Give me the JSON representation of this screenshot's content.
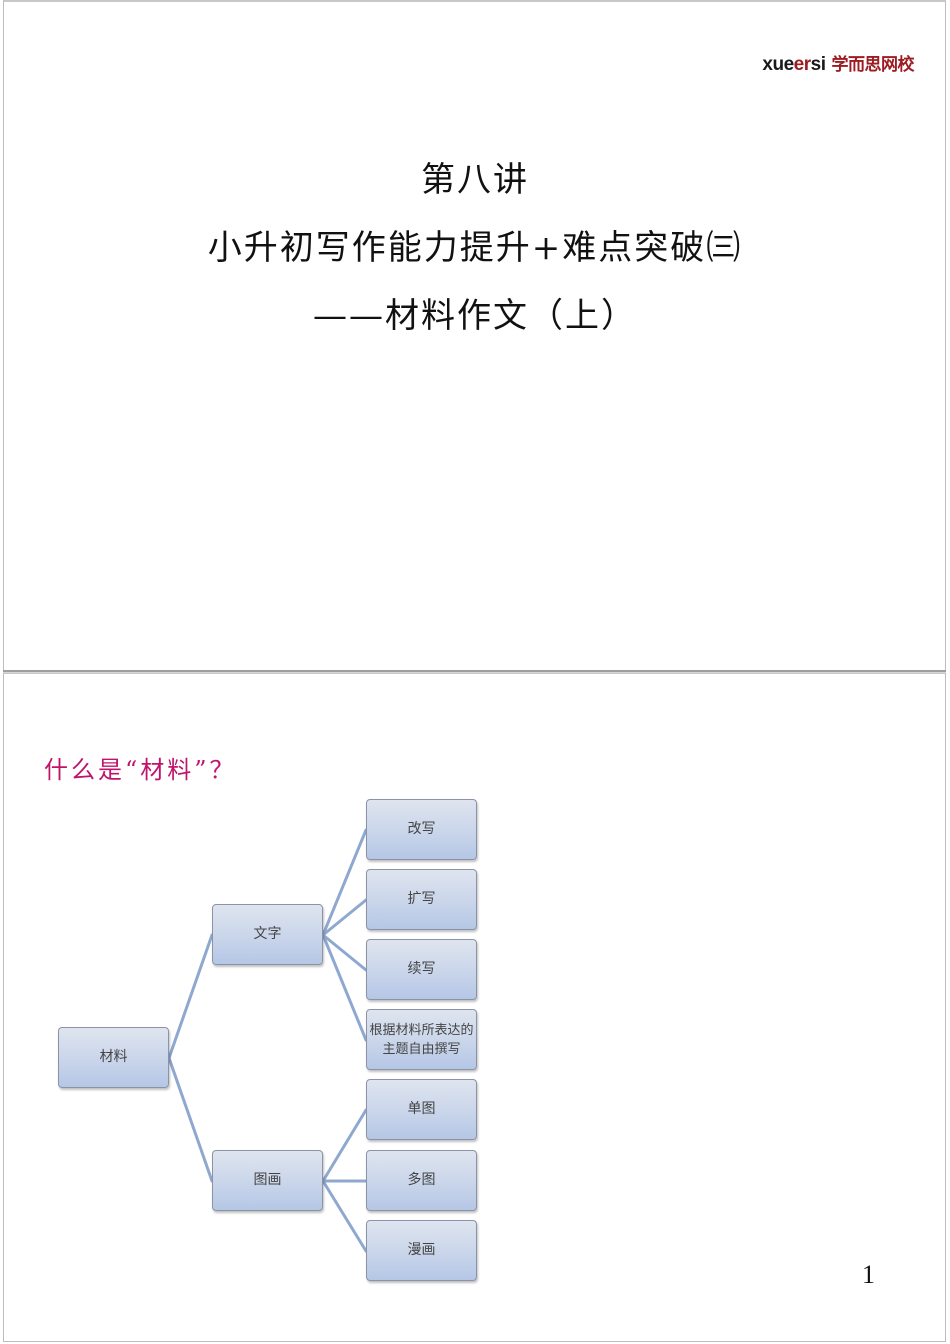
{
  "slide1": {
    "logo": {
      "latin_part1": "xue",
      "latin_part2": "er",
      "latin_part3": "si",
      "chinese": "学而思网校",
      "colors": {
        "dark": "#1a1a1a",
        "brand_red": "#9c1c22"
      }
    },
    "title_lines": [
      "第八讲",
      "小升初写作能力提升+难点突破㈢",
      "——材料作文（上）"
    ]
  },
  "slide2": {
    "heading": "什么是“材料”？",
    "heading_color": "#c0146c",
    "diagram": {
      "root": {
        "label": "材料"
      },
      "branches": [
        {
          "label": "文字",
          "children": [
            {
              "label": "改写"
            },
            {
              "label": "扩写"
            },
            {
              "label": "续写"
            },
            {
              "label": "根据材料所表达的主题自由撰写"
            }
          ]
        },
        {
          "label": "图画",
          "children": [
            {
              "label": "单图"
            },
            {
              "label": "多图"
            },
            {
              "label": "漫画"
            }
          ]
        }
      ],
      "node_color": "#c9d5ea",
      "link_color": "#8fa8cf"
    },
    "page_number": "1"
  }
}
